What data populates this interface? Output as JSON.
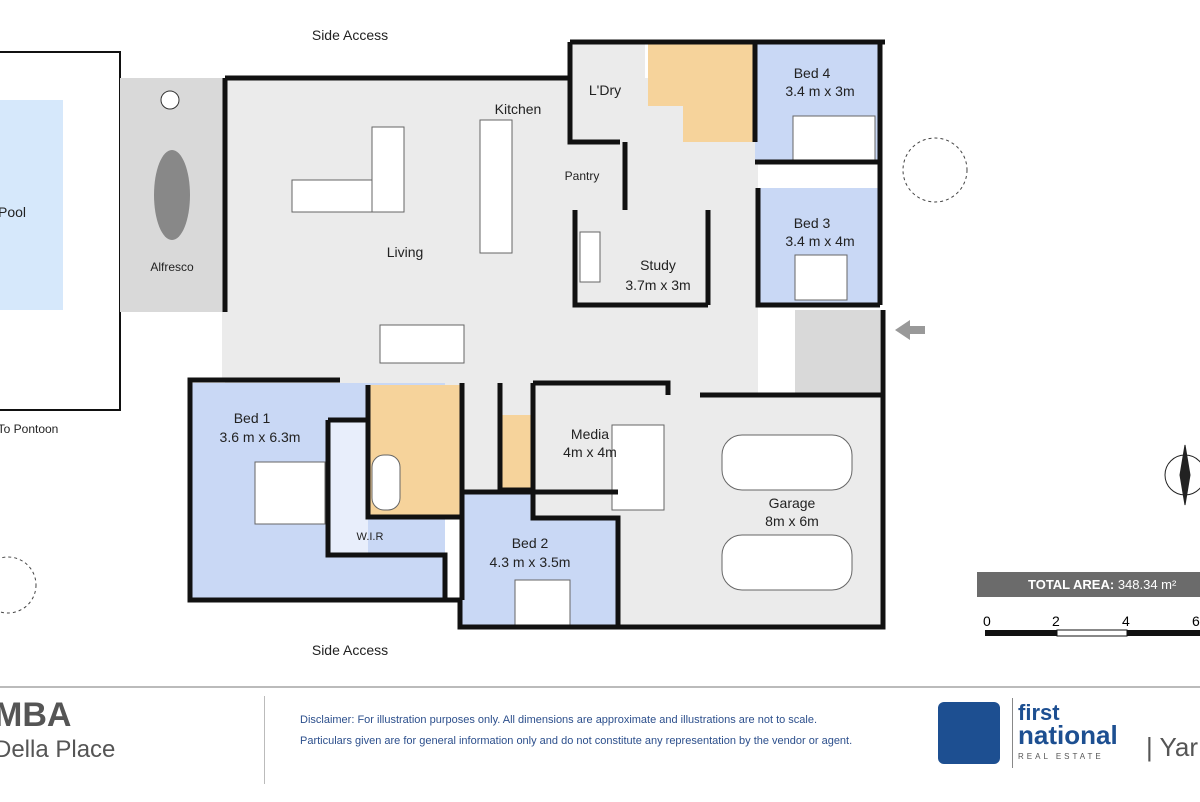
{
  "plan": {
    "side_access_top": "Side Access",
    "side_access_bottom": "Side Access",
    "pool": "Pool",
    "to_pontoon": "To Pontoon",
    "alfresco": "Alfresco",
    "living": "Living",
    "kitchen": "Kitchen",
    "pantry": "Pantry",
    "laundry": "L'Dry",
    "study": {
      "name": "Study",
      "size": "3.7m x 3m"
    },
    "bed4": {
      "name": "Bed 4",
      "size": "3.4 m x 3m"
    },
    "bed3": {
      "name": "Bed 3",
      "size": "3.4 m x 4m"
    },
    "bed1": {
      "name": "Bed 1",
      "size": "3.6 m x 6.3m"
    },
    "bed2": {
      "name": "Bed 2",
      "size": "4.3 m x 3.5m"
    },
    "media": {
      "name": "Media",
      "size": "4m x 4m"
    },
    "garage": {
      "name": "Garage",
      "size": "8m x 6m"
    },
    "wir": "W.I.R",
    "colors": {
      "bedroom": "#c9d8f5",
      "wet": "#f6d39b",
      "floor": "#ebebeb",
      "pool": "#d6e8fb",
      "wall": "#111111"
    }
  },
  "total_area": {
    "label": "TOTAL AREA:",
    "value": "348.34 m²"
  },
  "scale": {
    "ticks": [
      "0",
      "2",
      "4",
      "6"
    ]
  },
  "footer": {
    "address_line1": "MBA",
    "address_line2": "Della Place",
    "disclaimer": "Disclaimer: For illustration purposes only. All dimensions are approximate and illustrations are not to scale. Particulars given are for general information only and do not constitute any representation by the vendor or agent.",
    "brand_first": "first",
    "brand_national": "national",
    "brand_sub": "REAL ESTATE",
    "office": "| Yar"
  }
}
